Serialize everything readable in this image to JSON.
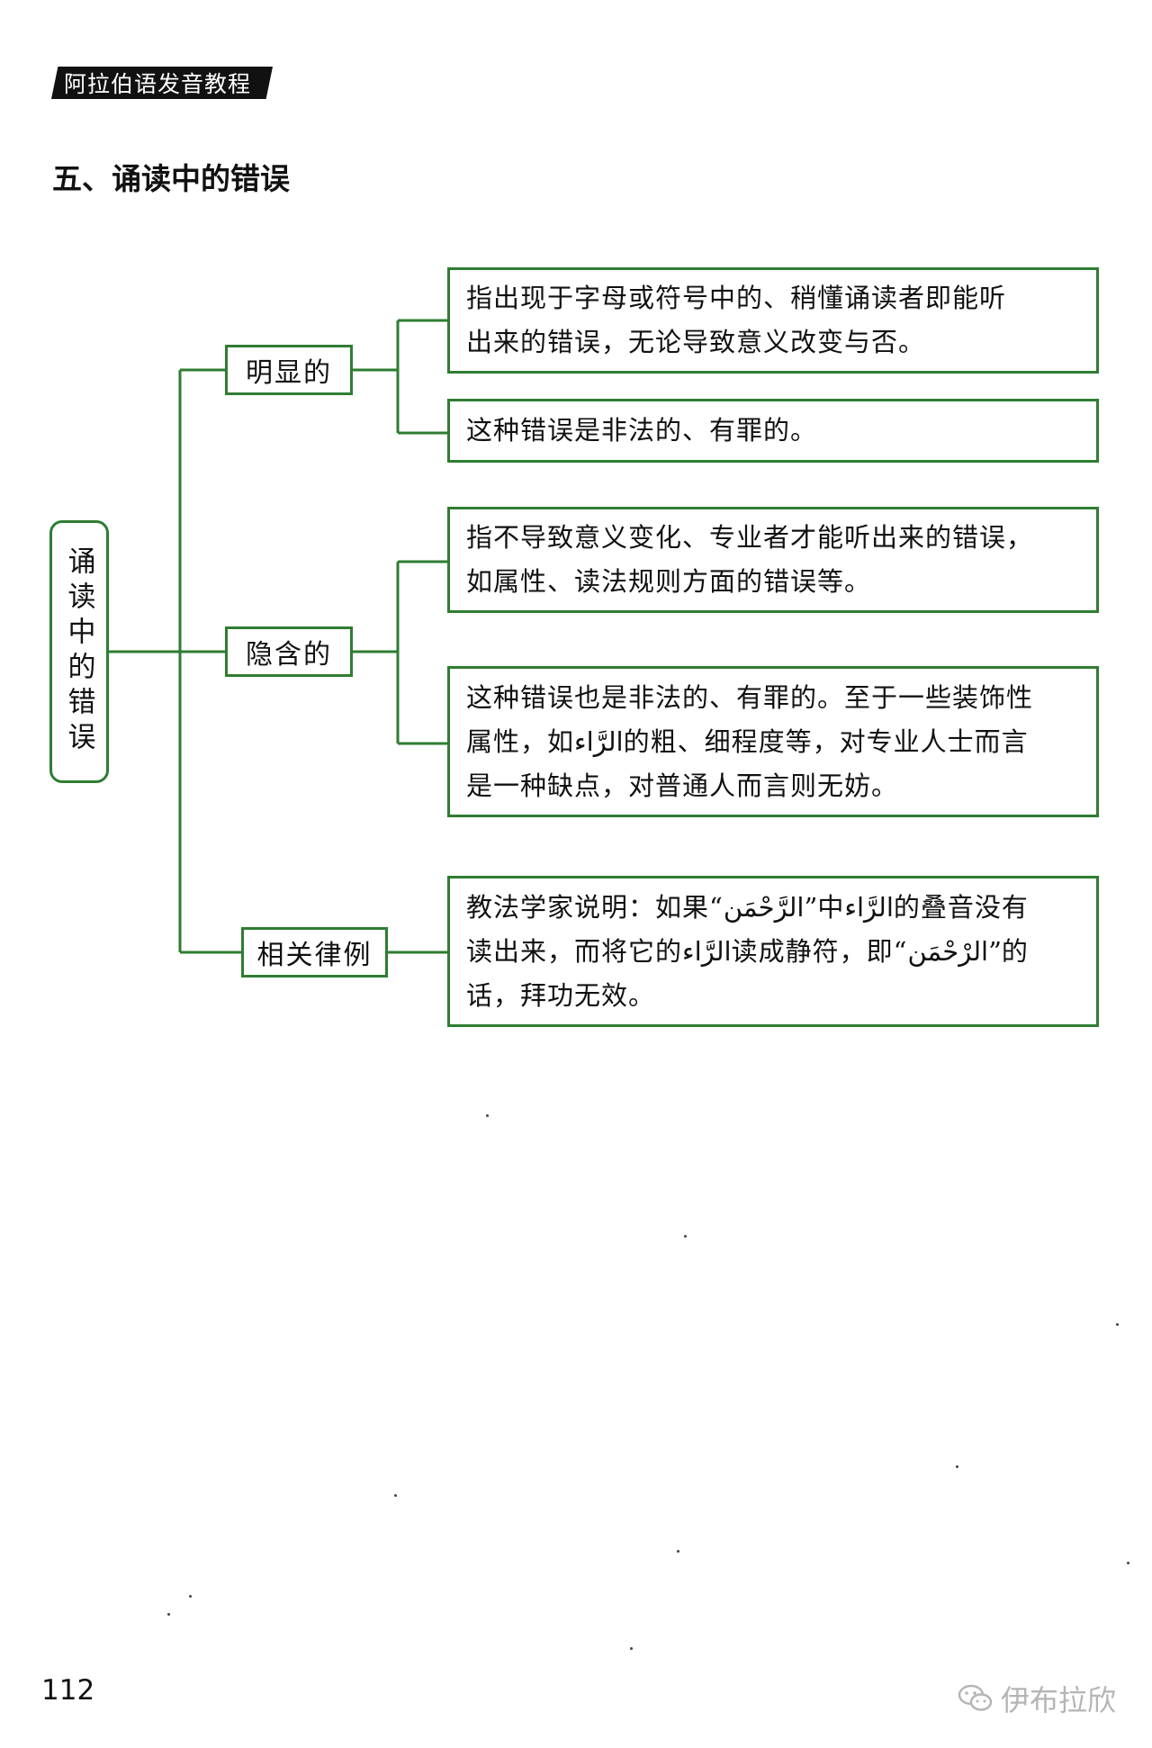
{
  "header": {
    "banner": "阿拉伯语发音教程"
  },
  "section": {
    "title": "五、诵读中的错误"
  },
  "diagram": {
    "root": "诵读中的错误",
    "branches": [
      {
        "label": "明显的",
        "leaves": [
          [
            "指出现于字母或符号中的、稍懂诵读者即能听",
            "出来的错误，无论导致意义改变与否。"
          ],
          [
            "这种错误是非法的、有罪的。"
          ]
        ]
      },
      {
        "label": "隐含的",
        "leaves": [
          [
            "指不导致意义变化、专业者才能听出来的错误，",
            "如属性、读法规则方面的错误等。"
          ],
          [
            "这种错误也是非法的、有罪的。至于一些装饰性",
            "属性，如الرَّاء的粗、细程度等，对专业人士而言",
            "是一种缺点，对普通人而言则无妨。"
          ]
        ]
      },
      {
        "label": "相关律例",
        "leaves": [
          [
            "教法学家说明：如果“الرَّحْمَن”中الرَّاء的叠音没有",
            "读出来，而将它的الرَّاء读成静符，即“الرْحْمَن”的",
            "话，拜功无效。"
          ]
        ]
      }
    ]
  },
  "footer": {
    "page_number": "112",
    "watermark": "伊布拉欣"
  },
  "colors": {
    "border": "#2e7d32",
    "text": "#111111",
    "banner_bg": "#111111",
    "watermark": "#b5b5b5"
  },
  "icons": {
    "watermark_icon": "wechat-icon"
  }
}
